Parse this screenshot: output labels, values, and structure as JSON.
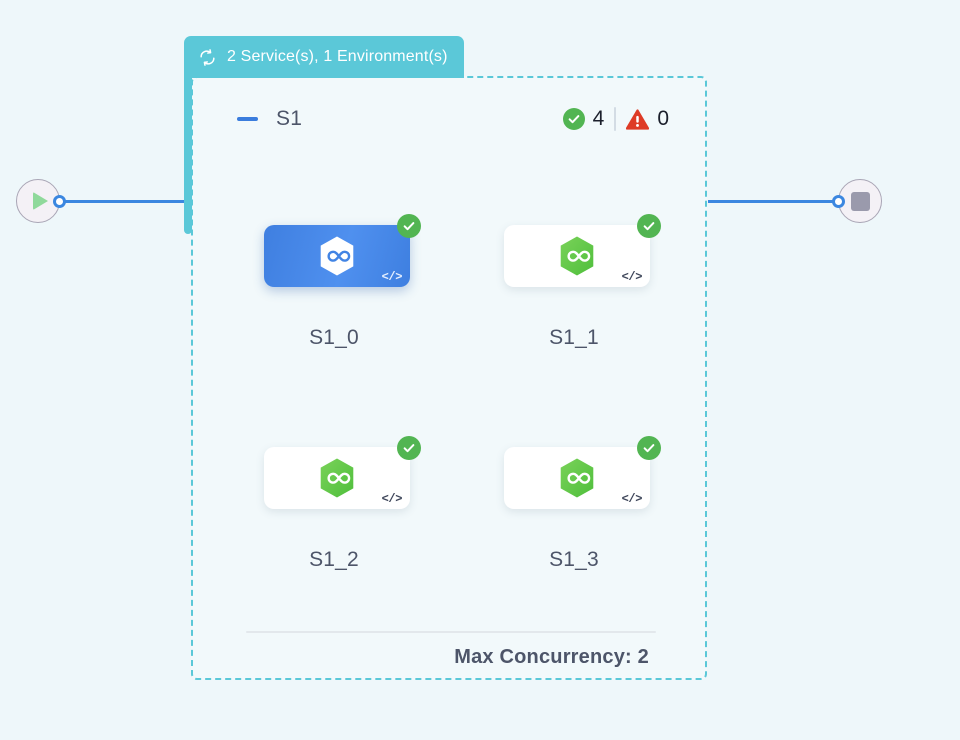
{
  "canvas": {
    "background_color": "#eef7fa"
  },
  "start_node": {
    "name": "start-node",
    "icon": "play-icon"
  },
  "end_node": {
    "name": "end-node",
    "icon": "stop-icon"
  },
  "group": {
    "header": {
      "icon": "loop-icon",
      "label": "2 Service(s), 1 Environment(s)",
      "background_color": "#5bc8d8",
      "text_color": "#ffffff"
    },
    "collapse_toggle": {
      "icon": "minus-icon",
      "state": "expanded",
      "color": "#3b7ddd"
    },
    "name": "S1",
    "status": {
      "success": {
        "icon": "check-circle-icon",
        "count": "4",
        "color": "#52b552"
      },
      "error": {
        "icon": "warning-triangle-icon",
        "count": "0",
        "color": "#de3b26"
      }
    },
    "border_color": "#5bc8d8",
    "footer": {
      "label": "Max Concurrency: 2"
    }
  },
  "nodes": [
    {
      "id": "S1_0",
      "label": "S1_0",
      "selected": true,
      "icon": "hexagon-infinity-icon",
      "icon_color": "#ffffff",
      "card_color": "#4284e4",
      "status_badge": "check-circle-icon",
      "code_badge": "</>"
    },
    {
      "id": "S1_1",
      "label": "S1_1",
      "selected": false,
      "icon": "hexagon-infinity-icon",
      "icon_color": "#62c84a",
      "card_color": "#ffffff",
      "status_badge": "check-circle-icon",
      "code_badge": "</>"
    },
    {
      "id": "S1_2",
      "label": "S1_2",
      "selected": false,
      "icon": "hexagon-infinity-icon",
      "icon_color": "#62c84a",
      "card_color": "#ffffff",
      "status_badge": "check-circle-icon",
      "code_badge": "</>"
    },
    {
      "id": "S1_3",
      "label": "S1_3",
      "selected": false,
      "icon": "hexagon-infinity-icon",
      "icon_color": "#62c84a",
      "card_color": "#ffffff",
      "status_badge": "check-circle-icon",
      "code_badge": "</>"
    }
  ]
}
